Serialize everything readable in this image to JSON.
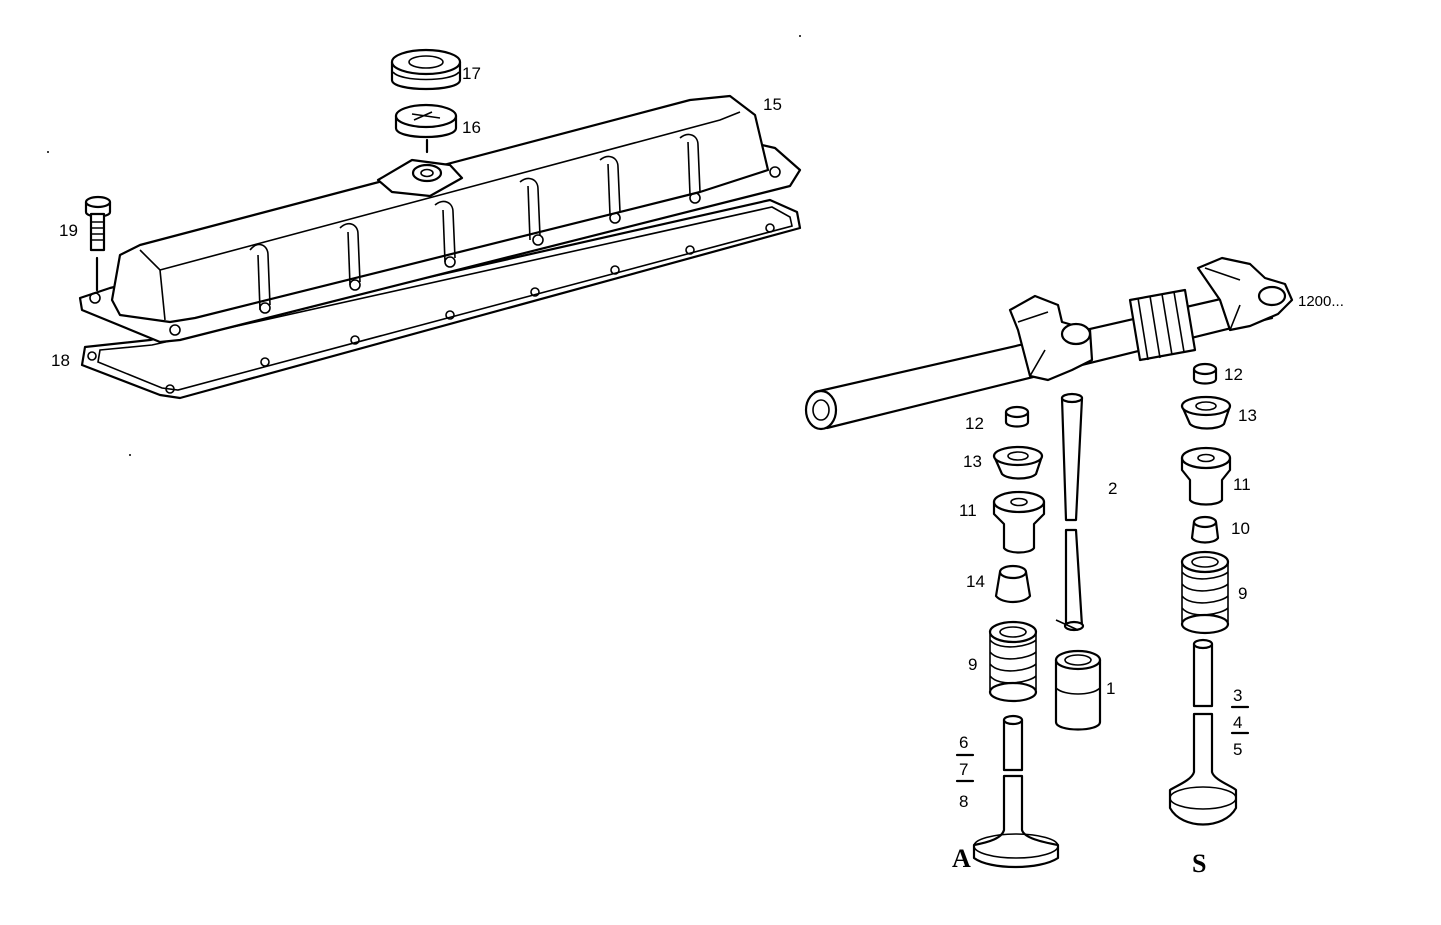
{
  "labels": {
    "l1": "1",
    "l2": "2",
    "l3": "3",
    "l4": "4",
    "l5": "5",
    "l6": "6",
    "l7": "7",
    "l8": "8",
    "l9a": "9",
    "l9b": "9",
    "l10": "10",
    "l11a": "11",
    "l11b": "11",
    "l12a": "12",
    "l12b": "12",
    "l13a": "13",
    "l13b": "13",
    "l14": "14",
    "l15": "15",
    "l16": "16",
    "l17": "17",
    "l18": "18",
    "l19": "19",
    "l1200": "1200...",
    "lA": "A",
    "lS": "S"
  }
}
